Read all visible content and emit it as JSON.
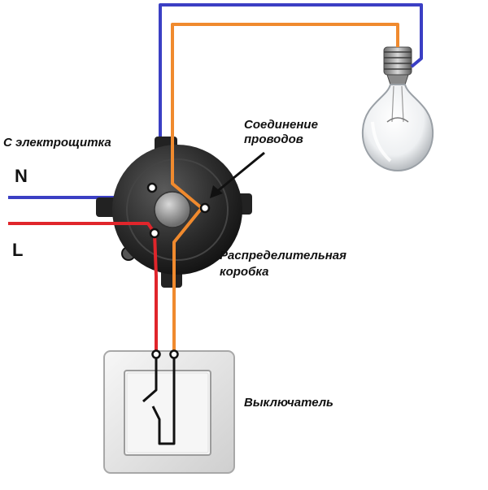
{
  "labels": {
    "source": "С электрощитка",
    "neutral": "N",
    "line": "L",
    "connection_line1": "Соединение",
    "connection_line2": "проводов",
    "junction_line1": "Распределительная",
    "junction_line2": "коробка",
    "switch": "Выключатель"
  },
  "colors": {
    "neutral_wire": "#3b3fc4",
    "line_wire": "#e0252b",
    "switched_wire": "#f08a2e",
    "junction_box": "#2a2a2a",
    "switch_frame": "#f0f0f0",
    "text": "#111111"
  },
  "icons": {
    "bulb": "light-bulb-icon",
    "box": "junction-box-icon",
    "switch": "light-switch-icon"
  }
}
